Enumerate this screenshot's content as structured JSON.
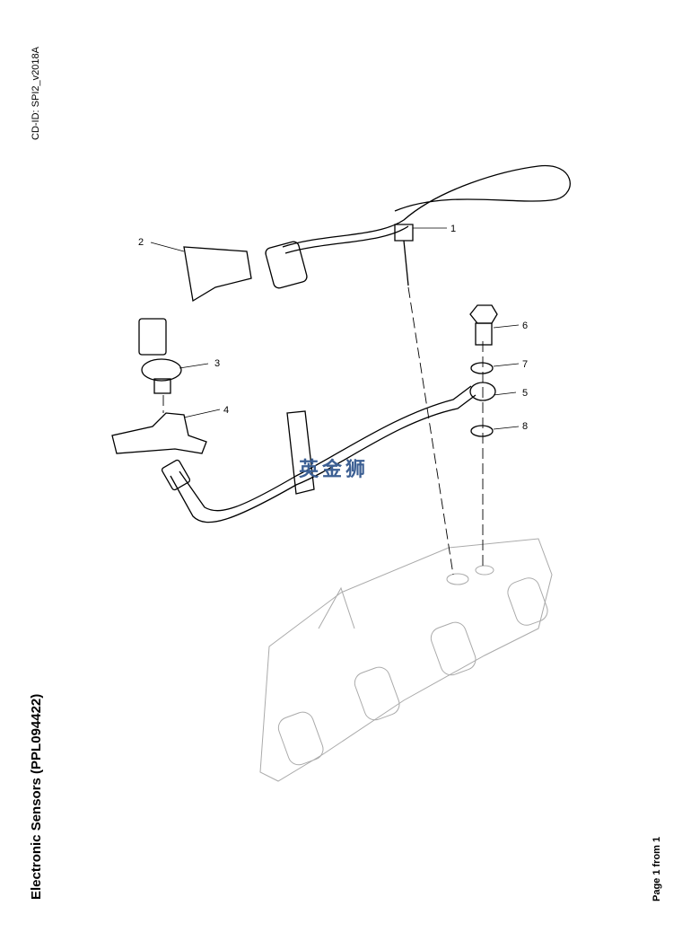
{
  "header": {
    "cd_id": "CD-ID: SPI2_v2018A"
  },
  "title": "Electronic Sensors (PPL094422)",
  "footer": {
    "page": "Page 1 from 1"
  },
  "watermark": "英金狮",
  "callouts": [
    "1",
    "2",
    "3",
    "4",
    "5",
    "6",
    "7",
    "8"
  ]
}
